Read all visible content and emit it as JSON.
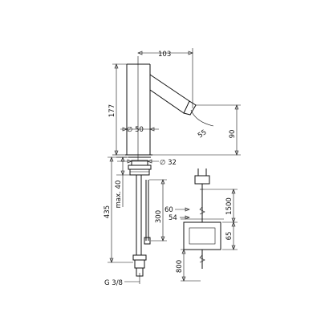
{
  "drawing": {
    "dimensions": {
      "spout_reach": "103",
      "body_height": "177",
      "body_diameter": "∅ 50",
      "outlet_angle": "55",
      "outlet_height": "90",
      "hole_diameter": "∅ 32",
      "max_deck_thickness": "max. 40",
      "overall_length": "435",
      "hose_length": "300",
      "box_width_60": "60",
      "box_width_54": "54",
      "cable_length_1500": "1500",
      "box_height_65": "65",
      "cable_length_800": "800",
      "connection_thread": "G 3/8"
    }
  }
}
